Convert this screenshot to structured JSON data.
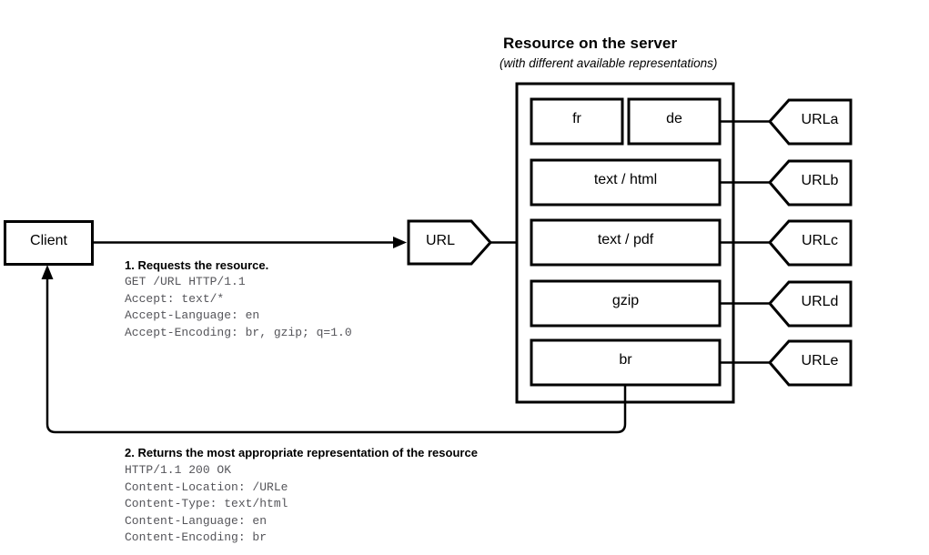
{
  "diagram": {
    "title": "Resource on the server",
    "subtitle": "(with different available representations)",
    "client": {
      "label": "Client"
    },
    "url_node": {
      "label": "URL"
    },
    "representations": [
      {
        "label": "fr"
      },
      {
        "label": "de"
      },
      {
        "label": "text / html"
      },
      {
        "label": "text / pdf"
      },
      {
        "label": "gzip"
      },
      {
        "label": "br"
      }
    ],
    "url_tags": [
      {
        "label": "URLa"
      },
      {
        "label": "URLb"
      },
      {
        "label": "URLc"
      },
      {
        "label": "URLd"
      },
      {
        "label": "URLe"
      }
    ],
    "request": {
      "heading": "1. Requests the resource.",
      "lines": "GET /URL HTTP/1.1\nAccept: text/*\nAccept-Language: en\nAccept-Encoding: br, gzip; q=1.0"
    },
    "response": {
      "heading": "2. Returns the most appropriate representation of the resource",
      "lines": "HTTP/1.1 200 OK\nContent-Location: /URLe\nContent-Type: text/html\nContent-Language: en\nContent-Encoding: br"
    },
    "colors": {
      "stroke": "#000000",
      "fill": "#ffffff",
      "mono_text": "#55555a"
    }
  }
}
